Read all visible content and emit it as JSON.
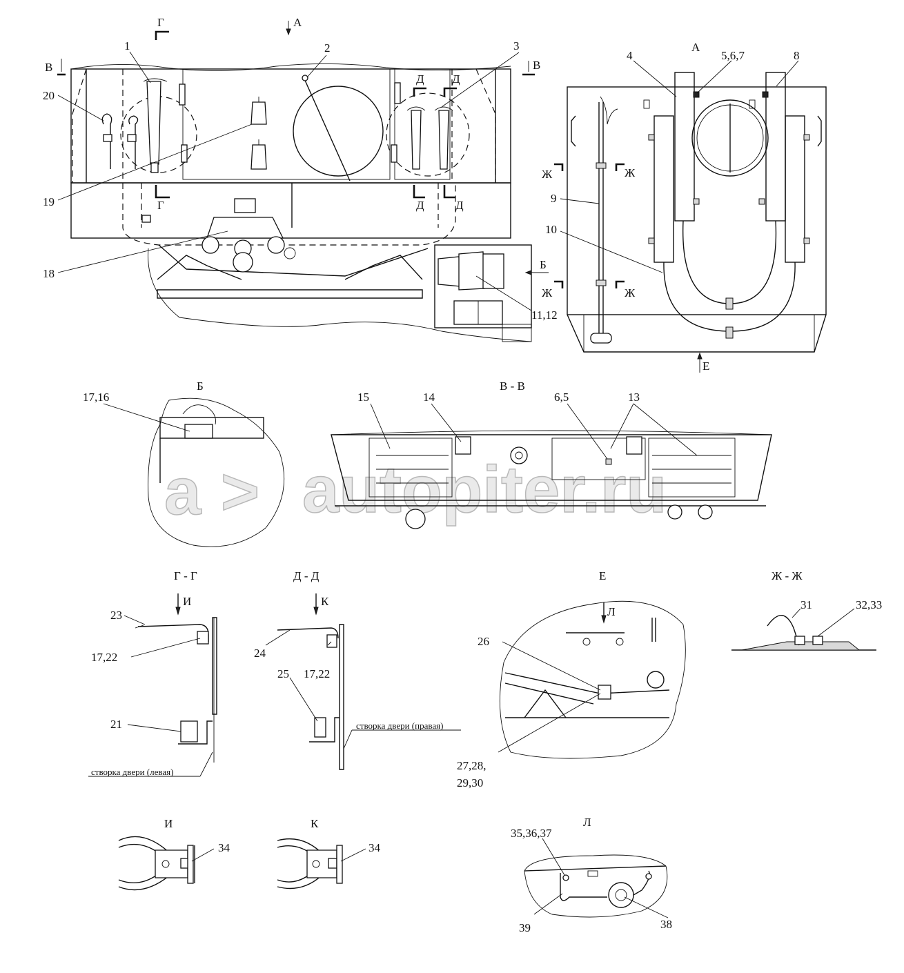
{
  "watermark": "autopiter.ru",
  "views": {
    "A": "А",
    "B": "Б",
    "VV": "В - В",
    "GG": "Г - Г",
    "DD": "Д - Д",
    "E": "Е",
    "ZhZh": "Ж - Ж",
    "I": "И",
    "K": "К",
    "L": "Л"
  },
  "cut_marks": {
    "A": "А",
    "B": "Б",
    "V": "В",
    "G": "Г",
    "D": "Д",
    "E": "Е",
    "Zh": "Ж",
    "I": "И",
    "K": "К",
    "L": "Л"
  },
  "callouts": {
    "c1": "1",
    "c2": "2",
    "c3": "3",
    "c4": "4",
    "c5": "5,6,7",
    "c8": "8",
    "c9": "9",
    "c10": "10",
    "c11": "11,12",
    "c13": "13",
    "c14": "14",
    "c15": "15",
    "c65": "6,5",
    "c1716": "17,16",
    "c18": "18",
    "c19": "19",
    "c20": "20",
    "c21": "21",
    "c1722a": "17,22",
    "c1722b": "17,22",
    "c23": "23",
    "c24": "24",
    "c25": "25",
    "c26": "26",
    "c27a": "27,28,",
    "c27b": "29,30",
    "c31": "31",
    "c3233": "32,33",
    "c34a": "34",
    "c34b": "34",
    "c3537": "35,36,37",
    "c38": "38",
    "c39": "39"
  },
  "notes": {
    "door_left": "створка двери (левая)",
    "door_right": "створка двери (правая)"
  }
}
